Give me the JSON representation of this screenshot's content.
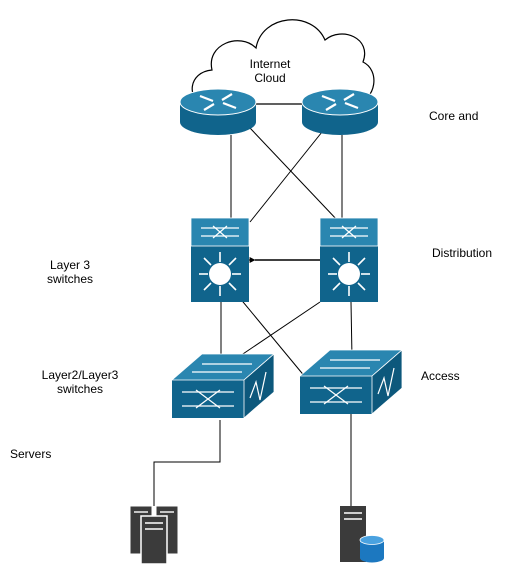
{
  "labels": {
    "cloud_line1": "Internet",
    "cloud_line2": "Cloud",
    "core": "Core and",
    "distribution": "Distribution",
    "access": "Access",
    "layer3_line1": "Layer 3",
    "layer3_line2": "switches",
    "layer23_line1": "Layer2/Layer3",
    "layer23_line2": "switches",
    "servers": "Servers"
  },
  "colors": {
    "device_blue": "#10648c",
    "device_top": "#2a86b0",
    "device_stroke": "#ffffff",
    "server_gray": "#3b3b3b",
    "db_blue": "#1c78c0",
    "line": "#000000"
  },
  "icons": [
    "cloud-icon",
    "router-icon",
    "layer3-switch-icon",
    "workgroup-switch-icon",
    "server-rack-icon",
    "database-server-icon"
  ]
}
